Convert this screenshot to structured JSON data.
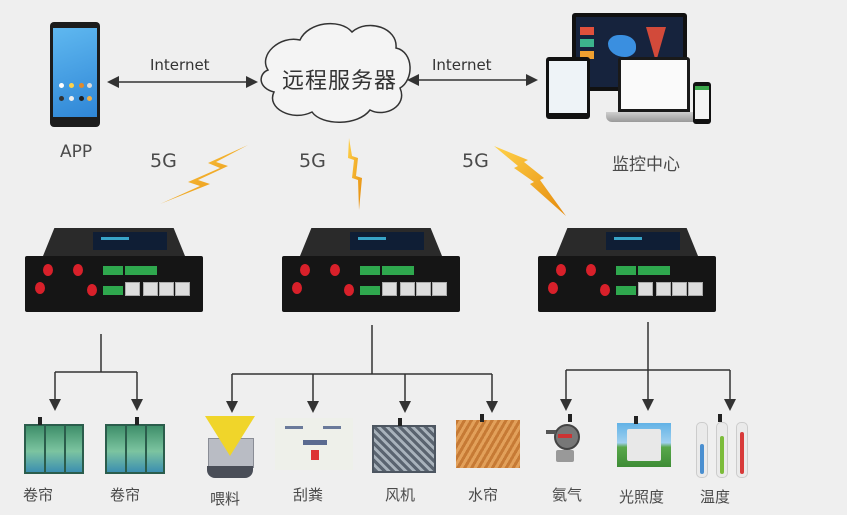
{
  "top": {
    "app_label": "APP",
    "server_label": "远程服务器",
    "monitor_label": "监控中心",
    "link_left": "Internet",
    "link_right": "Internet"
  },
  "wireless": [
    {
      "label": "5G"
    },
    {
      "label": "5G"
    },
    {
      "label": "5G"
    }
  ],
  "colors": {
    "background": "#efefef",
    "bolt": "#f0a81c",
    "router": "#151515",
    "antenna": "#d8202a",
    "terminal": "#2fa84e",
    "line": "#333333"
  },
  "groups": [
    {
      "router": "gateway-1",
      "devices": [
        {
          "label": "卷帘",
          "icon": "roller-curtain"
        },
        {
          "label": "卷帘",
          "icon": "roller-curtain"
        }
      ]
    },
    {
      "router": "gateway-2",
      "devices": [
        {
          "label": "喂料",
          "icon": "feeder"
        },
        {
          "label": "刮粪",
          "icon": "manure-scraper"
        },
        {
          "label": "风机",
          "icon": "exhaust-fan"
        },
        {
          "label": "水帘",
          "icon": "cooling-pad"
        }
      ]
    },
    {
      "router": "gateway-3",
      "devices": [
        {
          "label": "氨气",
          "icon": "ammonia-sensor"
        },
        {
          "label": "光照度",
          "icon": "light-sensor"
        },
        {
          "label": "温度",
          "icon": "thermometer"
        }
      ]
    }
  ]
}
